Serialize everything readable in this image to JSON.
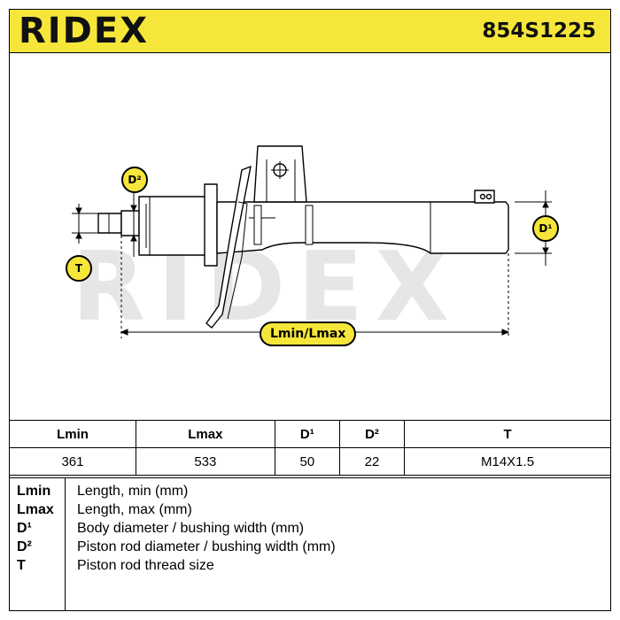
{
  "header": {
    "brand": "RIDEX",
    "part_number": "854S1225"
  },
  "diagram": {
    "watermark": "RIDEX",
    "labels": {
      "d2": "D²",
      "d1": "D¹",
      "t": "T",
      "length": "Lmin/Lmax"
    },
    "colors": {
      "accent": "#f6e63a",
      "line": "#000000",
      "watermark": "#e6e6e6"
    }
  },
  "specs": {
    "headers": [
      "Lmin",
      "Lmax",
      "D¹",
      "D²",
      "T"
    ],
    "values": [
      "361",
      "533",
      "50",
      "22",
      "M14X1.5"
    ]
  },
  "legend": [
    {
      "key": "Lmin",
      "desc": "Length, min (mm)"
    },
    {
      "key": "Lmax",
      "desc": "Length, max (mm)"
    },
    {
      "key": "D¹",
      "desc": "Body diameter / bushing width (mm)"
    },
    {
      "key": "D²",
      "desc": "Piston rod diameter / bushing width (mm)"
    },
    {
      "key": "T",
      "desc": "Piston rod thread size"
    }
  ]
}
